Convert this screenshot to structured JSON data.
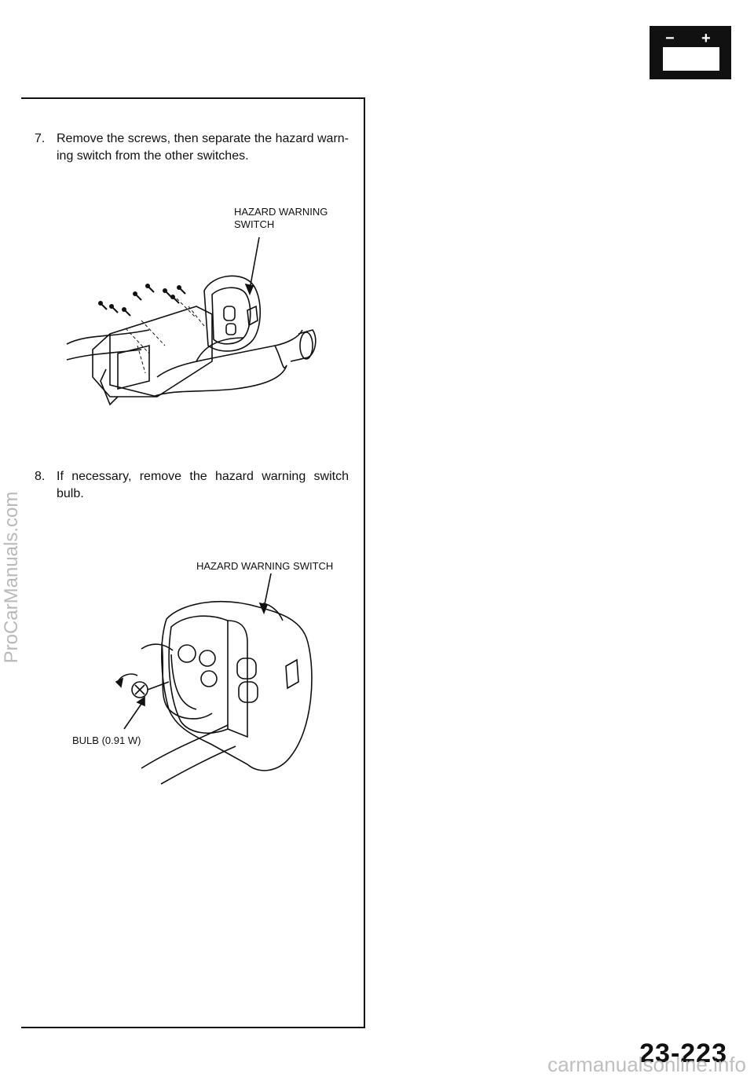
{
  "header": {
    "battery_minus": "−",
    "battery_plus": "+"
  },
  "steps": [
    {
      "number": "7.",
      "text": "Remove the screws, then separate the hazard warn-ing switch from the other switches."
    },
    {
      "number": "8.",
      "text": "If necessary, remove the hazard warning switch bulb."
    }
  ],
  "callouts": {
    "fig1_switch_line1": "HAZARD WARNING",
    "fig1_switch_line2": "SWITCH",
    "fig2_switch": "HAZARD WARNING SWITCH",
    "fig2_bulb": "BULB (0.91 W)"
  },
  "watermark_side": "ProCarManuals.com",
  "page_number": "23-223",
  "footer_watermark": "carmanualsonline.info"
}
